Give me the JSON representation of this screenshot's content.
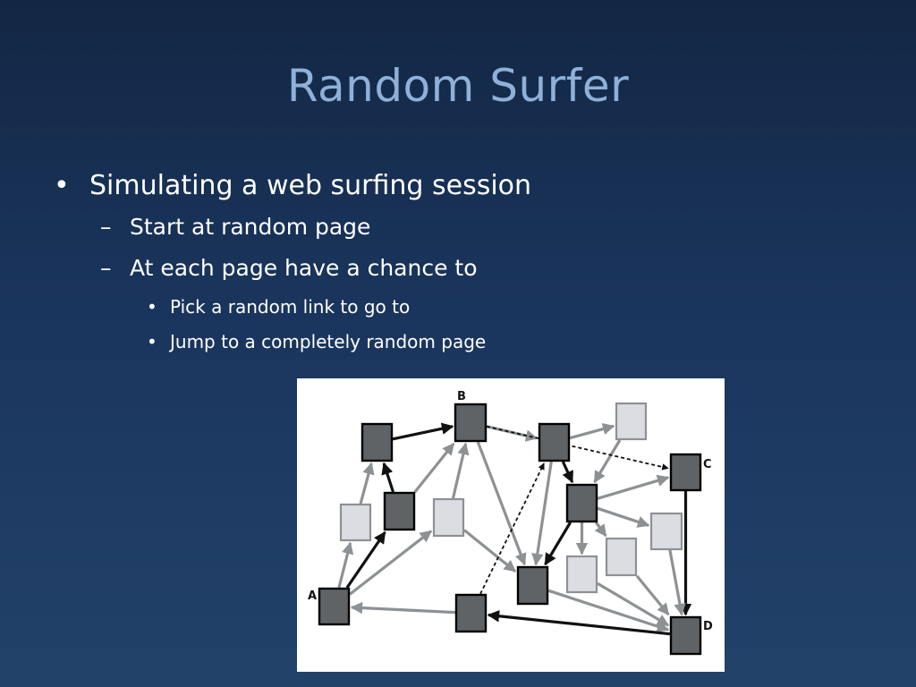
{
  "slide": {
    "title": "Random Surfer",
    "bullets": {
      "main": "Simulating a web surfing session",
      "sub1": "Start at random page",
      "sub2": "At each page have a chance to",
      "sub2_items": [
        "Pick a random link to go to",
        "Jump to a completely random page"
      ]
    },
    "markers": {
      "level1": "•",
      "level2": "–",
      "level3": "•"
    }
  },
  "diagram": {
    "node_labels": {
      "A": "A",
      "B": "B",
      "C": "C",
      "D": "D"
    },
    "colors": {
      "dark_node": "#5f6366",
      "light_node": "#dcdde2",
      "gray_edge": "#8e9194",
      "black_edge": "#111111",
      "background": "#ffffff"
    }
  }
}
